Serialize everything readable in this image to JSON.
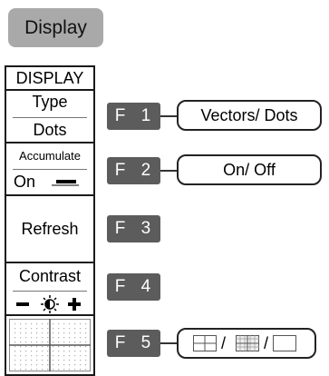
{
  "display_key": {
    "label": "Display"
  },
  "menu": {
    "title": "DISPLAY",
    "type": {
      "label": "Type",
      "value": "Dots"
    },
    "accumulate": {
      "label": "Accumulate",
      "value": "On"
    },
    "refresh": {
      "label": "Refresh"
    },
    "contrast": {
      "label": "Contrast"
    },
    "grid": {
      "icon": "graticule-full-grid-icon"
    }
  },
  "function_keys": [
    {
      "label": "F 1",
      "option": "Vectors/ Dots"
    },
    {
      "label": "F 2",
      "option": "On/ Off"
    },
    {
      "label": "F 3"
    },
    {
      "label": "F 4"
    },
    {
      "label": "F 5",
      "separator": "/"
    }
  ],
  "colors": {
    "display_key_bg": "#a9a9a9",
    "fkey_bg": "#5c5c5c",
    "border": "#1a1a1a"
  }
}
